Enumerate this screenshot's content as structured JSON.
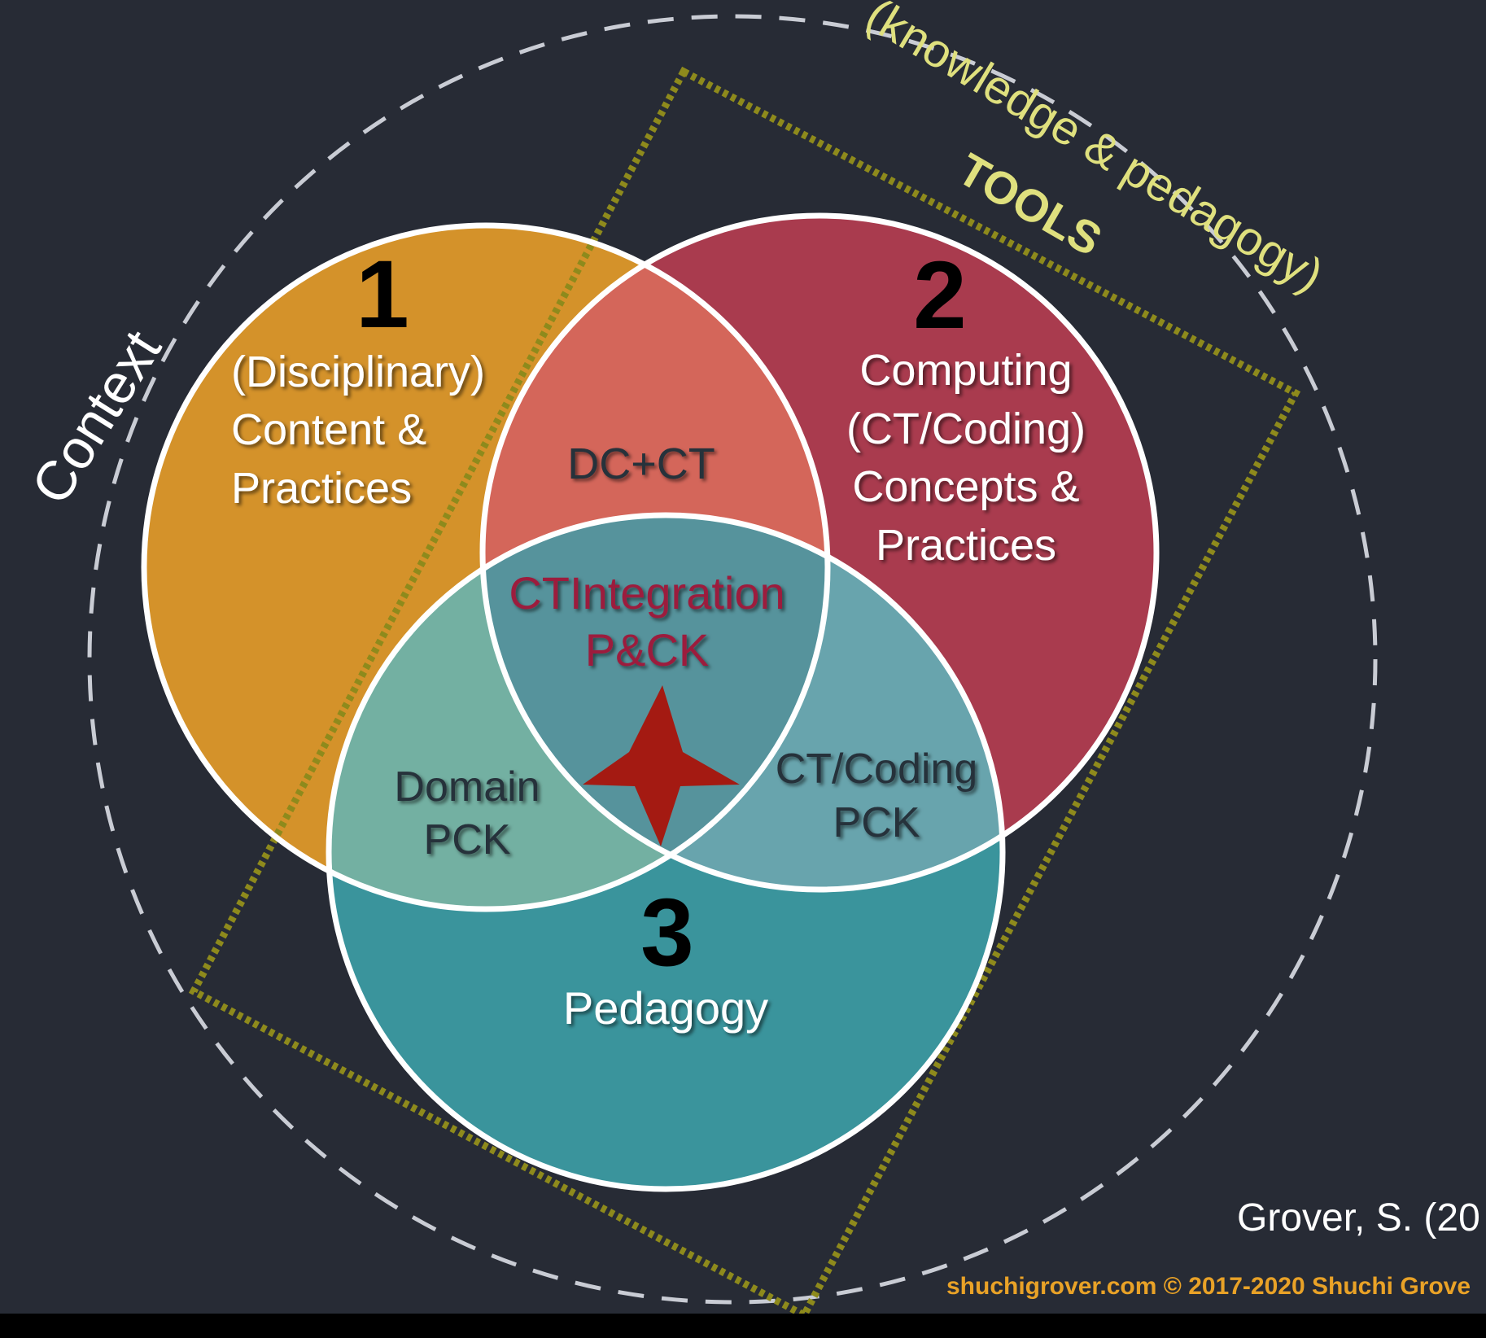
{
  "diagram": {
    "context_label": "Context",
    "tools_label": "TOOLS",
    "tools_sub_label": "(knowledge & pedagogy)",
    "circle_1": {
      "number": "1",
      "lines": [
        "(Disciplinary)",
        "Content &",
        "Practices"
      ]
    },
    "circle_2": {
      "number": "2",
      "lines": [
        "Computing",
        "(CT/Coding)",
        "Concepts &",
        "Practices"
      ]
    },
    "circle_3": {
      "number": "3",
      "lines": [
        "Pedagogy"
      ]
    },
    "overlap_1_2": "DC+CT",
    "overlap_1_3": [
      "Domain",
      "PCK"
    ],
    "overlap_2_3": [
      "CT/Coding",
      "PCK"
    ],
    "center": [
      "CTIntegration",
      "P&CK"
    ],
    "citation": "Grover, S. (20",
    "footer": "shuchigrover.com  © 2017-2020 Shuchi Grove"
  },
  "colors": {
    "background": "#272b35",
    "circle_1": "#d4922a",
    "circle_2": "#a93b4e",
    "circle_3": "#3a949c",
    "overlap_1_2": "#d4665a",
    "overlap_1_3": "#73b0a2",
    "overlap_2_3": "#68a4ad",
    "center": "#56939c",
    "center_text": "#9c1e3e",
    "star": "#a41a12",
    "tools_box": "#8e8a1c",
    "tools_text": "#dfe07e",
    "context_ring": "#c9ccd4",
    "footer_text": "#e9a227",
    "bottom_bar": "#000000"
  }
}
